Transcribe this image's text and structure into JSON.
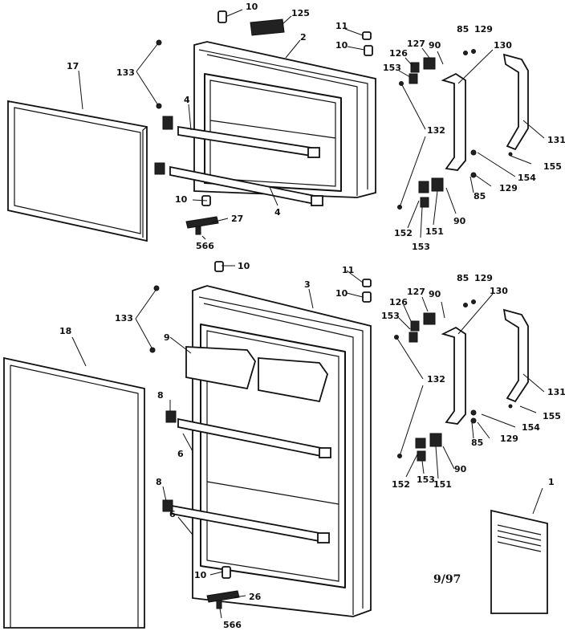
{
  "diagram": {
    "date_stamp": "9/97",
    "callouts": {
      "c10_top": "10",
      "c125": "125",
      "c11_top": "11",
      "c10_top_r": "10",
      "c2": "2",
      "c85_top": "85",
      "c129_top": "129",
      "c127_top": "127",
      "c90_top": "90",
      "c126_top": "126",
      "c130_top": "130",
      "c153_top": "153",
      "c17": "17",
      "c133_top": "133",
      "c4_a": "4",
      "c132_top": "132",
      "c131_top": "131",
      "c154_top": "154",
      "c155_top": "155",
      "c129_top_b": "129",
      "c85_top_b": "85",
      "c10_mid": "10",
      "c4_b": "4",
      "c27": "27",
      "c90_top_b": "90",
      "c152_top": "152",
      "c151_top": "151",
      "c153_top_b": "153",
      "c566_top": "566",
      "c10_b1": "10",
      "c11_b": "11",
      "c10_b2": "10",
      "c3": "3",
      "c85_b": "85",
      "c129_b": "129",
      "c127_b": "127",
      "c90_b": "90",
      "c126_b": "126",
      "c130_b": "130",
      "c153_b": "153",
      "c133_b": "133",
      "c18": "18",
      "c9": "9",
      "c132_b": "132",
      "c131_b": "131",
      "c8_a": "8",
      "c6_a": "6",
      "c155_b": "155",
      "c154_b": "154",
      "c85_b2": "85",
      "c129_b2": "129",
      "c90_b2": "90",
      "c152_b": "152",
      "c153_b2": "153",
      "c151_b": "151",
      "c8_b": "8",
      "c1": "1",
      "c6_b": "6",
      "c10_b3": "10",
      "c26": "26",
      "c566_b": "566"
    }
  }
}
